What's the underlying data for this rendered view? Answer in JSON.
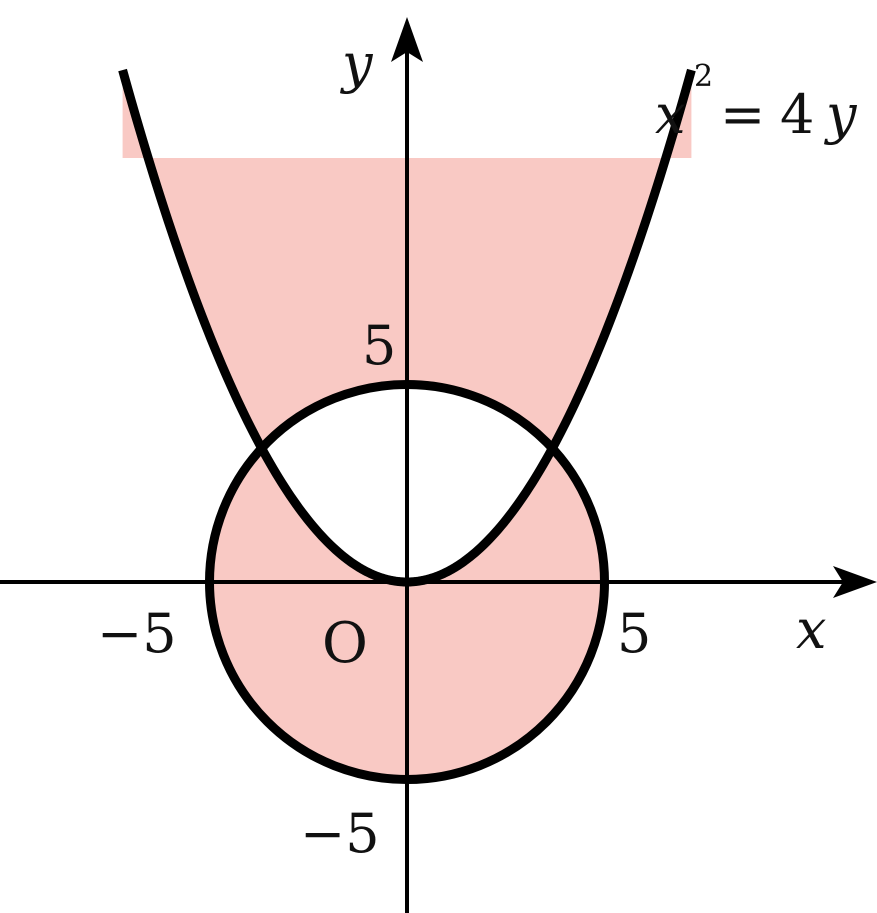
{
  "colors": {
    "region": "#f9c9c4",
    "curve": "#000000",
    "axis": "#000000",
    "background": "#ffffff"
  },
  "curves": {
    "parabola": {
      "equation": "x^2 = 4y",
      "a": 4,
      "x_range": [
        -7.2,
        7.2
      ]
    },
    "circle": {
      "center": [
        0,
        0
      ],
      "radius": 5
    }
  },
  "labels": {
    "x_axis": "x",
    "y_axis": "y",
    "origin": "O",
    "x_tick_pos": "5",
    "x_tick_neg": "−5",
    "y_tick_pos": "5",
    "y_tick_neg": "−5",
    "eq_lhs": "x",
    "eq_exp": "2",
    "eq_eq": "=",
    "eq_coef": "4",
    "eq_rhs": "y"
  },
  "shaded_region": "inside-parabola-xor-inside-circle"
}
